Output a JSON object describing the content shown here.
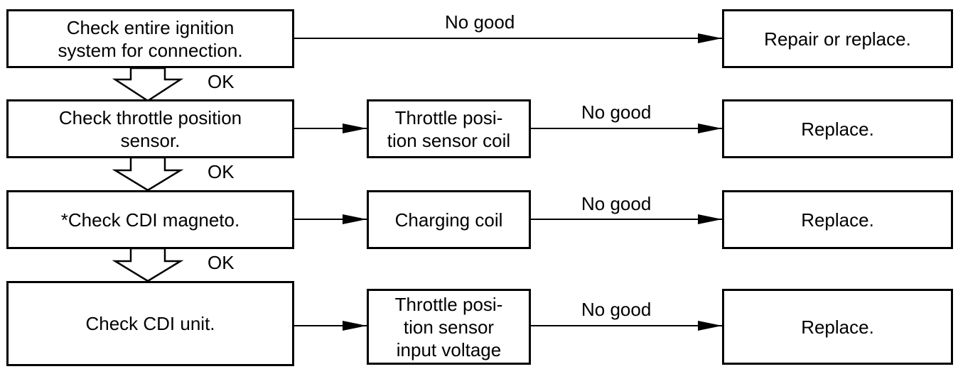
{
  "steps": [
    {
      "label": "Check entire ignition\nsystem for connection."
    },
    {
      "label": "Check throttle position\nsensor."
    },
    {
      "label": "*Check CDI magneto."
    },
    {
      "label": "Check CDI unit."
    }
  ],
  "items": [
    {
      "label": "Throttle posi-\ntion sensor coil"
    },
    {
      "label": "Charging coil"
    },
    {
      "label": "Throttle posi-\ntion sensor\ninput voltage"
    }
  ],
  "actions": [
    {
      "label": "Repair or replace."
    },
    {
      "label": "Replace."
    },
    {
      "label": "Replace."
    },
    {
      "label": "Replace."
    }
  ],
  "edge_labels": {
    "no_good": "No good",
    "ok": "OK"
  }
}
